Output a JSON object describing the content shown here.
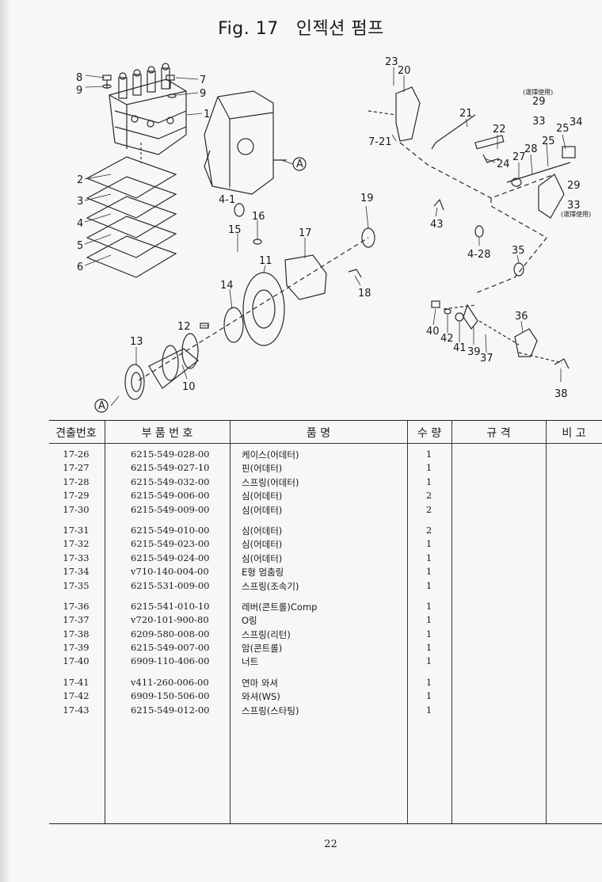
{
  "header": {
    "fig_label": "Fig. 17",
    "title": "인젝션 펌프"
  },
  "diagram": {
    "callouts": {
      "c8": "8",
      "c9a": "9",
      "c7": "7",
      "c9b": "9",
      "c1": "1",
      "c2": "2",
      "c3": "3",
      "c4": "4",
      "c5": "5",
      "c6": "6",
      "c4_1": "4-1",
      "cA1": "A",
      "c16": "16",
      "c15": "15",
      "c17": "17",
      "c19": "19",
      "c11": "11",
      "c14": "14",
      "c18": "18",
      "c12": "12",
      "c13": "13",
      "c10": "10",
      "cA2": "A",
      "c23": "23",
      "c20": "20",
      "c7_21": "7-21",
      "c21": "21",
      "c22": "22",
      "c24": "24",
      "c27": "27",
      "c28": "28",
      "c25a": "25",
      "c29a": "29",
      "c33a": "33",
      "c25b": "25",
      "c34": "34",
      "c29b": "29",
      "c33b": "33",
      "c43": "43",
      "c4_28": "4-28",
      "c35": "35",
      "c36": "36",
      "c40": "40",
      "c42": "42",
      "c41": "41",
      "c39": "39",
      "c37": "37",
      "c38": "38"
    },
    "notes": {
      "n1": "(選擇使用)",
      "n2": "(選擇使用)"
    }
  },
  "table": {
    "headers": [
      "견출번호",
      "부 품 번 호",
      "품          명",
      "수 량",
      "규    격",
      "비 고"
    ],
    "groups": [
      [
        {
          "no": "17-26",
          "part": "6215-549-028-00",
          "name": "케이스(어데터)",
          "qty": "1"
        },
        {
          "no": "17-27",
          "part": "6215-549-027-10",
          "name": "핀(어데터)",
          "qty": "1"
        },
        {
          "no": "17-28",
          "part": "6215-549-032-00",
          "name": "스프링(어데터)",
          "qty": "1"
        },
        {
          "no": "17-29",
          "part": "6215-549-006-00",
          "name": "심(어데터)",
          "qty": "2"
        },
        {
          "no": "17-30",
          "part": "6215-549-009-00",
          "name": "심(어데터)",
          "qty": "2"
        }
      ],
      [
        {
          "no": "17-31",
          "part": "6215-549-010-00",
          "name": "심(어데터)",
          "qty": "2"
        },
        {
          "no": "17-32",
          "part": "6215-549-023-00",
          "name": "심(어데터)",
          "qty": "1"
        },
        {
          "no": "17-33",
          "part": "6215-549-024-00",
          "name": "심(어데터)",
          "qty": "1"
        },
        {
          "no": "17-34",
          "part": "v710-140-004-00",
          "name": "E형 멈춤링",
          "qty": "1"
        },
        {
          "no": "17-35",
          "part": "6215-531-009-00",
          "name": "스프링(조속기)",
          "qty": "1"
        }
      ],
      [
        {
          "no": "17-36",
          "part": "6215-541-010-10",
          "name": "레버(콘트롤)Comp",
          "qty": "1"
        },
        {
          "no": "17-37",
          "part": "v720-101-900-80",
          "name": "O링",
          "qty": "1"
        },
        {
          "no": "17-38",
          "part": "6209-580-008-00",
          "name": "스프링(리턴)",
          "qty": "1"
        },
        {
          "no": "17-39",
          "part": "6215-549-007-00",
          "name": "암(콘트롤)",
          "qty": "1"
        },
        {
          "no": "17-40",
          "part": "6909-110-406-00",
          "name": "너트",
          "qty": "1"
        }
      ],
      [
        {
          "no": "17-41",
          "part": "v411-260-006-00",
          "name": "연마 와셔",
          "qty": "1"
        },
        {
          "no": "17-42",
          "part": "6909-150-506-00",
          "name": "와셔(WS)",
          "qty": "1"
        },
        {
          "no": "17-43",
          "part": "6215-549-012-00",
          "name": "스프링(스타팅)",
          "qty": "1"
        }
      ]
    ]
  },
  "footer": {
    "page_number": "22"
  }
}
